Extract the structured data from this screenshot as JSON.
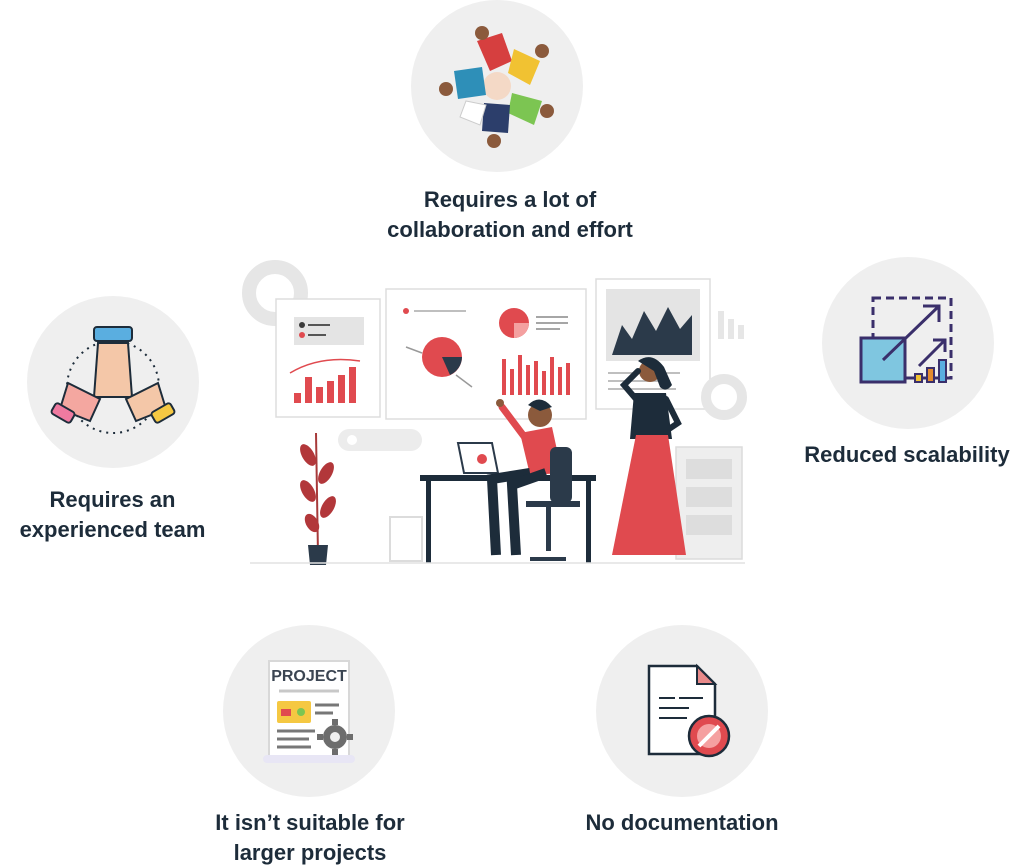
{
  "nodes": {
    "top": {
      "label": "Requires a lot of\ncollaboration and effort",
      "icon": "team-collaboration-icon"
    },
    "left": {
      "label": "Requires an\nexperienced team",
      "icon": "hands-together-icon"
    },
    "right": {
      "label": "Reduced scalability",
      "icon": "scalability-icon"
    },
    "bottom_left": {
      "label": "It isn’t suitable for\nlarger projects",
      "icon": "project-document-icon",
      "icon_text": "PROJECT"
    },
    "bottom_right": {
      "label": "No documentation",
      "icon": "no-document-icon"
    }
  },
  "colors": {
    "circle_bg": "#efefef",
    "text": "#1d2c3a",
    "accent_red": "#e04a4f",
    "dark_navy": "#2b3a4a"
  }
}
